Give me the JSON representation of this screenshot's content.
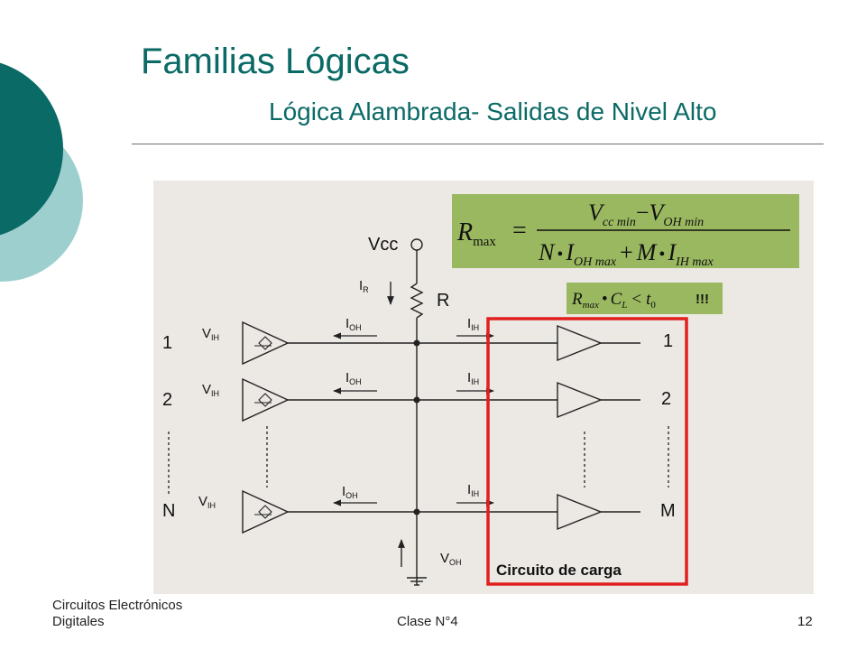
{
  "slide": {
    "title": "Familias Lógicas",
    "subtitle": "Lógica Alambrada- Salidas de Nivel Alto",
    "colors": {
      "accent_dark": "#0a6a66",
      "accent_light": "#9ecfcf",
      "panel_bg": "#ece9e5",
      "formula_bg": "#9ab860",
      "highlight_box": "#e0201e"
    }
  },
  "footer": {
    "course_line1": "Circuitos Electrónicos",
    "course_line2": "Digitales",
    "lecture": "Clase N°4",
    "page_number": "12"
  },
  "diagram": {
    "supply_label": "Vcc",
    "resistor_label": "R",
    "current_r": {
      "main": "I",
      "sub": "R"
    },
    "ioh": {
      "main": "I",
      "sub": "OH"
    },
    "iih": {
      "main": "I",
      "sub": "IH"
    },
    "vih": {
      "main": "V",
      "sub": "IH"
    },
    "voh": {
      "main": "V",
      "sub": "OH"
    },
    "driver_labels": [
      "1",
      "2",
      "N"
    ],
    "load_labels": [
      "1",
      "2",
      "M"
    ],
    "load_box_label": "Circuito de carga",
    "formula_rmax": {
      "lhs": "R",
      "lhs_sub": "max",
      "numerator": [
        {
          "v": "V",
          "s": "cc min"
        },
        {
          "op": "−"
        },
        {
          "v": "V",
          "s": "OH min"
        }
      ],
      "denominator": [
        {
          "v": "N"
        },
        {
          "op": "•"
        },
        {
          "v": "I",
          "s": "OH max"
        },
        {
          "op": "+"
        },
        {
          "v": "M"
        },
        {
          "op": "•"
        },
        {
          "v": "I",
          "s": "IH max"
        }
      ]
    },
    "formula_timing": {
      "r": "R",
      "r_sub": "max",
      "dot": "•",
      "c": "C",
      "c_sub": "L",
      "lt": "<",
      "t": "t",
      "t_sub": "0",
      "bang": "!!!"
    }
  }
}
